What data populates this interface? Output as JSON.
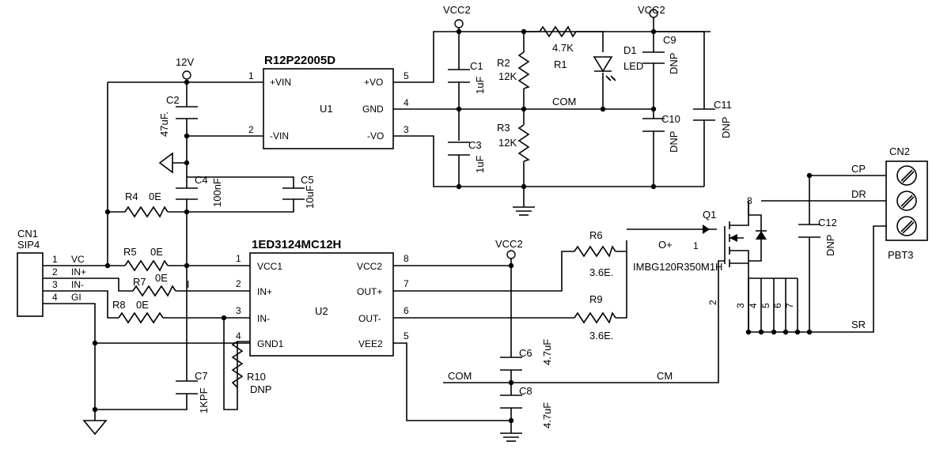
{
  "u1": {
    "name": "R12P22005D",
    "ref": "U1",
    "pins": {
      "p1": {
        "num": "1",
        "label": "+VIN"
      },
      "p2": {
        "num": "2",
        "label": "-VIN"
      },
      "p3": {
        "num": "3",
        "label": "-VO"
      },
      "p4": {
        "num": "4",
        "label": "GND"
      },
      "p5": {
        "num": "5",
        "label": "+VO"
      }
    }
  },
  "u2": {
    "name": "1ED3124MC12H",
    "ref": "U2",
    "pins": {
      "p1": {
        "num": "1",
        "label": "VCC1"
      },
      "p2": {
        "num": "2",
        "label": "IN+"
      },
      "p3": {
        "num": "3",
        "label": "IN-"
      },
      "p4": {
        "num": "4",
        "label": "GND1"
      },
      "p5": {
        "num": "5",
        "label": "VEE2"
      },
      "p6": {
        "num": "6",
        "label": "OUT-"
      },
      "p7": {
        "num": "7",
        "label": "OUT+"
      },
      "p8": {
        "num": "8",
        "label": "VCC2"
      }
    }
  },
  "cn1": {
    "ref": "CN1",
    "type": "SIP4",
    "pins": [
      {
        "num": "1",
        "net": "VC"
      },
      {
        "num": "2",
        "net": "IN+"
      },
      {
        "num": "3",
        "net": "IN-"
      },
      {
        "num": "4",
        "net": "GI"
      }
    ]
  },
  "cn2": {
    "ref": "CN2",
    "type": "PBT3"
  },
  "q1": {
    "ref": "Q1",
    "part": "IMBG120R350M1H",
    "gate_pin": "1",
    "pin2": "2",
    "pin8": "8",
    "source_pins": [
      "3",
      "4",
      "5",
      "6",
      "7"
    ]
  },
  "power": {
    "vcc2": "VCC2",
    "v12": "12V"
  },
  "nets": {
    "com": "COM",
    "cm": "CM",
    "cp": "CP",
    "dr": "DR",
    "sr": "SR",
    "o_plus": "O+",
    "i": "I"
  },
  "components": {
    "c1": {
      "ref": "C1",
      "value": "1uF"
    },
    "c2": {
      "ref": "C2",
      "value": "47uF."
    },
    "c3": {
      "ref": "C3",
      "value": "1uF"
    },
    "c4": {
      "ref": "C4",
      "value": "100nF"
    },
    "c5": {
      "ref": "C5",
      "value": "10uF"
    },
    "c6": {
      "ref": "C6",
      "value": "4.7uF"
    },
    "c7": {
      "ref": "C7",
      "value": "1KPF"
    },
    "c8": {
      "ref": "C8",
      "value": "4.7uF"
    },
    "c9": {
      "ref": "C9",
      "value": "DNP"
    },
    "c10": {
      "ref": "C10",
      "value": "DNP"
    },
    "c11": {
      "ref": "C11",
      "value": "DNP"
    },
    "c12": {
      "ref": "C12",
      "value": "DNP"
    },
    "r1": {
      "ref": "R1",
      "value": "4.7K"
    },
    "r2": {
      "ref": "R2",
      "value": "12K"
    },
    "r3": {
      "ref": "R3",
      "value": "12K"
    },
    "r4": {
      "ref": "R4",
      "value": "0E"
    },
    "r5": {
      "ref": "R5",
      "value": "0E"
    },
    "r6": {
      "ref": "R6",
      "value": "3.6E."
    },
    "r7": {
      "ref": "R7",
      "value": "0E"
    },
    "r8": {
      "ref": "R8",
      "value": "0E"
    },
    "r9": {
      "ref": "R9",
      "value": "3.6E."
    },
    "r10": {
      "ref": "R10",
      "value": "DNP"
    },
    "d1": {
      "ref": "D1",
      "value": "LED"
    }
  }
}
